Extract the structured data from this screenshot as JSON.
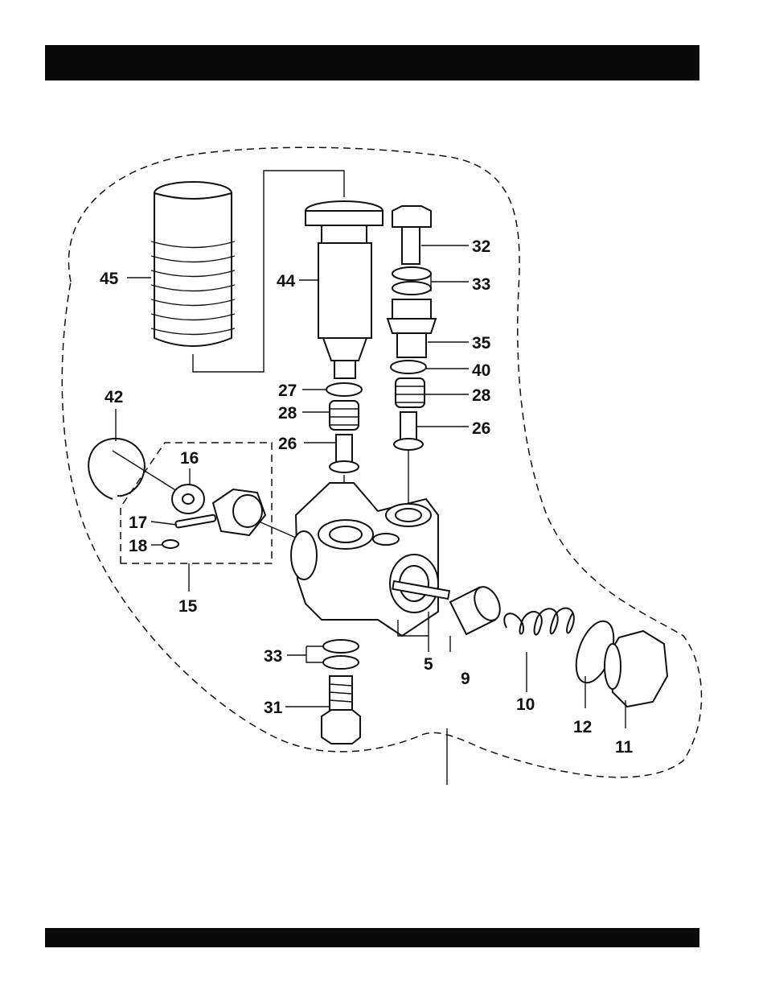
{
  "header_bar": {
    "color": "#0a0a0a"
  },
  "footer_bar": {
    "color": "#0a0a0a"
  },
  "callouts": {
    "p45": "45",
    "p44": "44",
    "p32": "32",
    "p33a": "33",
    "p35": "35",
    "p40": "40",
    "p28a": "28",
    "p27": "27",
    "p28b": "28",
    "p26a": "26",
    "p26b": "26",
    "p42": "42",
    "p16": "16",
    "p17": "17",
    "p18": "18",
    "p15": "15",
    "p5": "5",
    "p9": "9",
    "p10": "10",
    "p12": "12",
    "p11": "11",
    "p33b": "33",
    "p31": "31"
  }
}
